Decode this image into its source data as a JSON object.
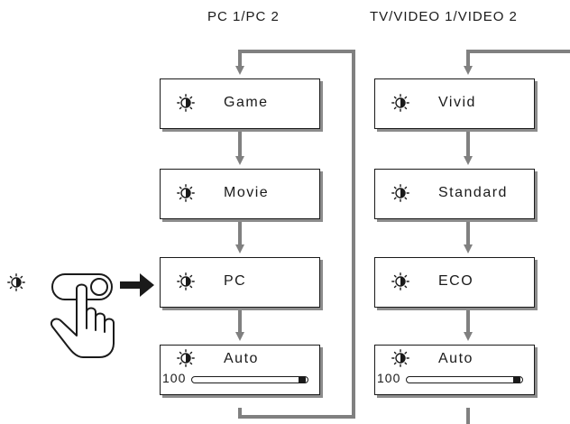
{
  "columns": [
    {
      "title": "PC 1/PC 2",
      "modes": [
        "Game",
        "Movie",
        "PC",
        "Auto"
      ]
    },
    {
      "title": "TV/VIDEO 1/VIDEO 2",
      "modes": [
        "Vivid",
        "Standard",
        "ECO",
        "Auto"
      ]
    }
  ],
  "auto_level": {
    "value_label": "100",
    "fraction": 1.0
  },
  "icons": {
    "mode_icon": "brightness-half-circle-icon",
    "button": "picture-mode-button",
    "hand": "pressing-hand-icon",
    "arrow": "right-arrow-icon"
  },
  "colors": {
    "line": "#1a1a1a",
    "connector": "#808080",
    "shadow": "#8c8c8c"
  }
}
